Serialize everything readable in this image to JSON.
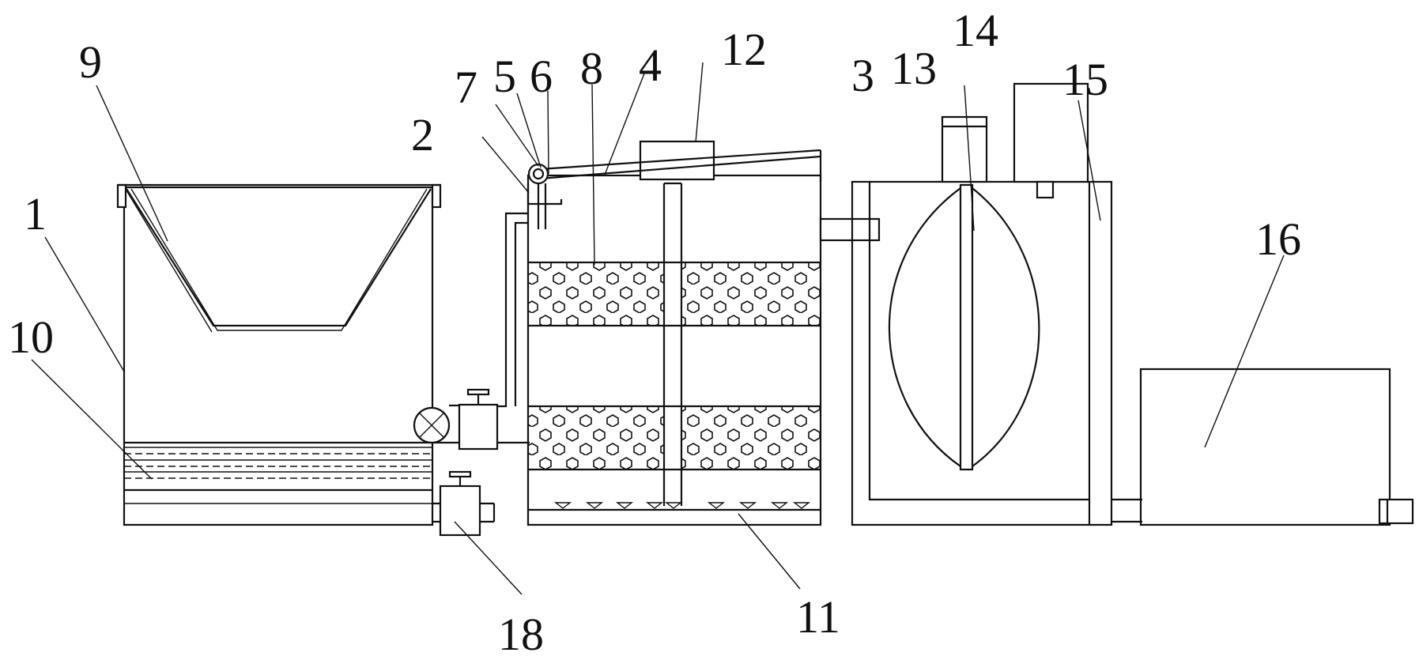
{
  "labels": {
    "l1": "1",
    "l2": "2",
    "l3": "3",
    "l4": "4",
    "l5": "5",
    "l6": "6",
    "l7": "7",
    "l8": "8",
    "l9": "9",
    "l10": "10",
    "l11": "11",
    "l12": "12",
    "l13": "13",
    "l14": "14",
    "l15": "15",
    "l16": "16",
    "l18": "18"
  },
  "colors": {
    "line": "#111111",
    "background": "#ffffff"
  }
}
